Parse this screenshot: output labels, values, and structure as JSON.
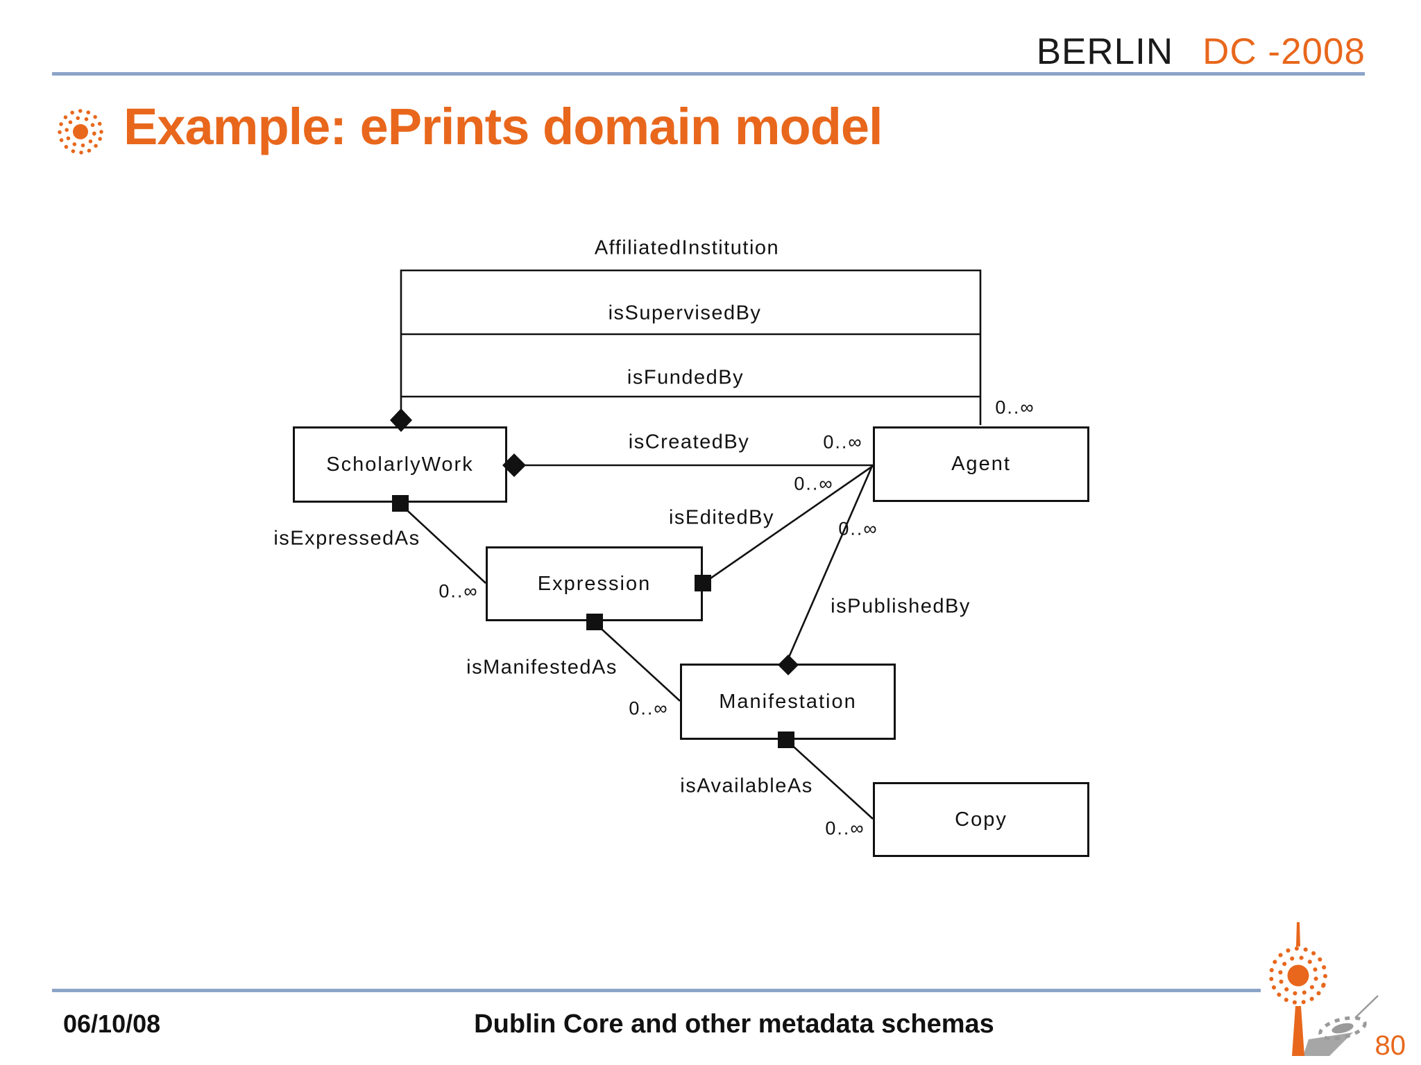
{
  "slide": {
    "header": {
      "conference_location": "BERLIN",
      "conference_name": "DC -2008"
    },
    "title": "Example: ePrints domain model",
    "footer": {
      "date": "06/10/08",
      "footer_title": "Dublin Core and other metadata schemas",
      "page_number": "80"
    }
  },
  "diagram": {
    "type": "uml-domain-model",
    "multiplicity_label": "0..∞",
    "entities": {
      "scholarly_work": "ScholarlyWork",
      "agent": "Agent",
      "expression": "Expression",
      "manifestation": "Manifestation",
      "copy": "Copy"
    },
    "relations": [
      {
        "label": "AffiliatedInstitution",
        "from": "ScholarlyWork",
        "to": "Agent",
        "to_multiplicity": "0..∞"
      },
      {
        "label": "isSupervisedBy",
        "from": "ScholarlyWork",
        "to": "Agent",
        "to_multiplicity": "0..∞"
      },
      {
        "label": "isFundedBy",
        "from": "ScholarlyWork",
        "to": "Agent",
        "to_multiplicity": "0..∞"
      },
      {
        "label": "isCreatedBy",
        "from": "ScholarlyWork",
        "to": "Agent",
        "to_multiplicity": "0..∞"
      },
      {
        "label": "isEditedBy",
        "from": "Expression",
        "to": "Agent",
        "to_multiplicity": "0..∞"
      },
      {
        "label": "isPublishedBy",
        "from": "Manifestation",
        "to": "Agent",
        "to_multiplicity": "0..∞"
      },
      {
        "label": "isExpressedAs",
        "from": "ScholarlyWork",
        "to": "Expression",
        "to_multiplicity": "0..∞"
      },
      {
        "label": "isManifestedAs",
        "from": "Expression",
        "to": "Manifestation",
        "to_multiplicity": "0..∞"
      },
      {
        "label": "isAvailableAs",
        "from": "Manifestation",
        "to": "Copy",
        "to_multiplicity": "0..∞"
      }
    ]
  },
  "icons": {
    "title_bullet": "sunburst-icon",
    "logo": "berlin-tv-tower-icon"
  },
  "colors": {
    "accent_orange": "#e8671c",
    "divider_blue": "#8ca4c8",
    "diagram_ink": "#111111",
    "shadow_gray": "#999999"
  }
}
